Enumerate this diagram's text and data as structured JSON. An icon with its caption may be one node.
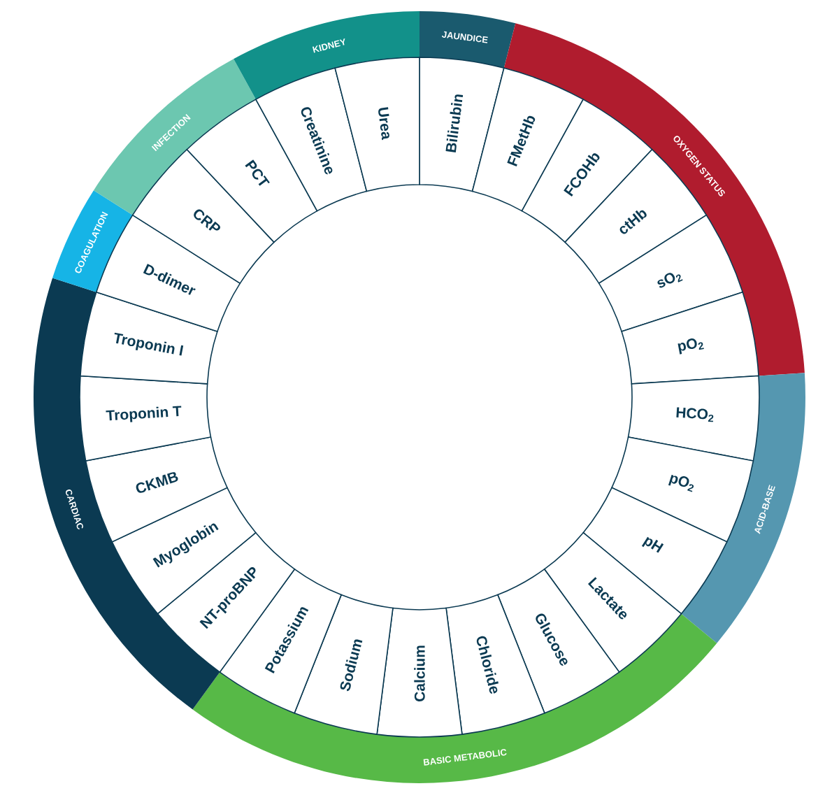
{
  "diagram": {
    "nodes": [
      {
        "text": [
          "JAUNDICE"
        ]
      },
      {
        "text": [
          "OXYGEN STATUS"
        ]
      },
      {
        "text": [
          "ACID-BASE"
        ]
      },
      {
        "text": [
          "BASIC METABOLIC"
        ]
      },
      {
        "text": [
          "CARDIAC"
        ]
      },
      {
        "text": [
          "COAGULATION"
        ]
      },
      {
        "text": [
          "INFECTION"
        ]
      },
      {
        "text": [
          "KIDNEY"
        ]
      },
      {
        "text": [
          "Bilirubin"
        ]
      },
      {
        "text": [
          "FMetHb"
        ]
      },
      {
        "text": [
          "FCOHb"
        ]
      },
      {
        "text": [
          "ctHb"
        ]
      },
      {
        "text": [
          "sO$_{2}$"
        ]
      },
      {
        "text": [
          "pO$_{2}$"
        ]
      },
      {
        "text": [
          "HCO$_{2}$"
        ]
      },
      {
        "text": [
          "pO$_{2}$"
        ]
      },
      {
        "text": [
          "pH"
        ]
      },
      {
        "text": [
          "Lactate"
        ]
      },
      {
        "text": [
          "Glucose"
        ]
      },
      {
        "text": [
          "Chloride"
        ]
      },
      {
        "text": [
          "Calcium"
        ]
      },
      {
        "text": [
          "Sodium"
        ]
      },
      {
        "text": [
          "Potassium"
        ]
      },
      {
        "text": [
          "NT-proBNP"
        ]
      },
      {
        "text": [
          "Myoglobin"
        ]
      },
      {
        "text": [
          "CKMB"
        ]
      },
      {
        "text": [
          "Troponin T"
        ]
      },
      {
        "text": [
          "Troponin I"
        ]
      },
      {
        "text": [
          "D-dimer"
        ]
      },
      {
        "text": [
          "CRP"
        ]
      },
      {
        "text": [
          "PCT"
        ]
      },
      {
        "text": [
          "Creatinine"
        ]
      },
      {
        "text": [
          "Urea"
        ]
      }
    ]
  }
}
